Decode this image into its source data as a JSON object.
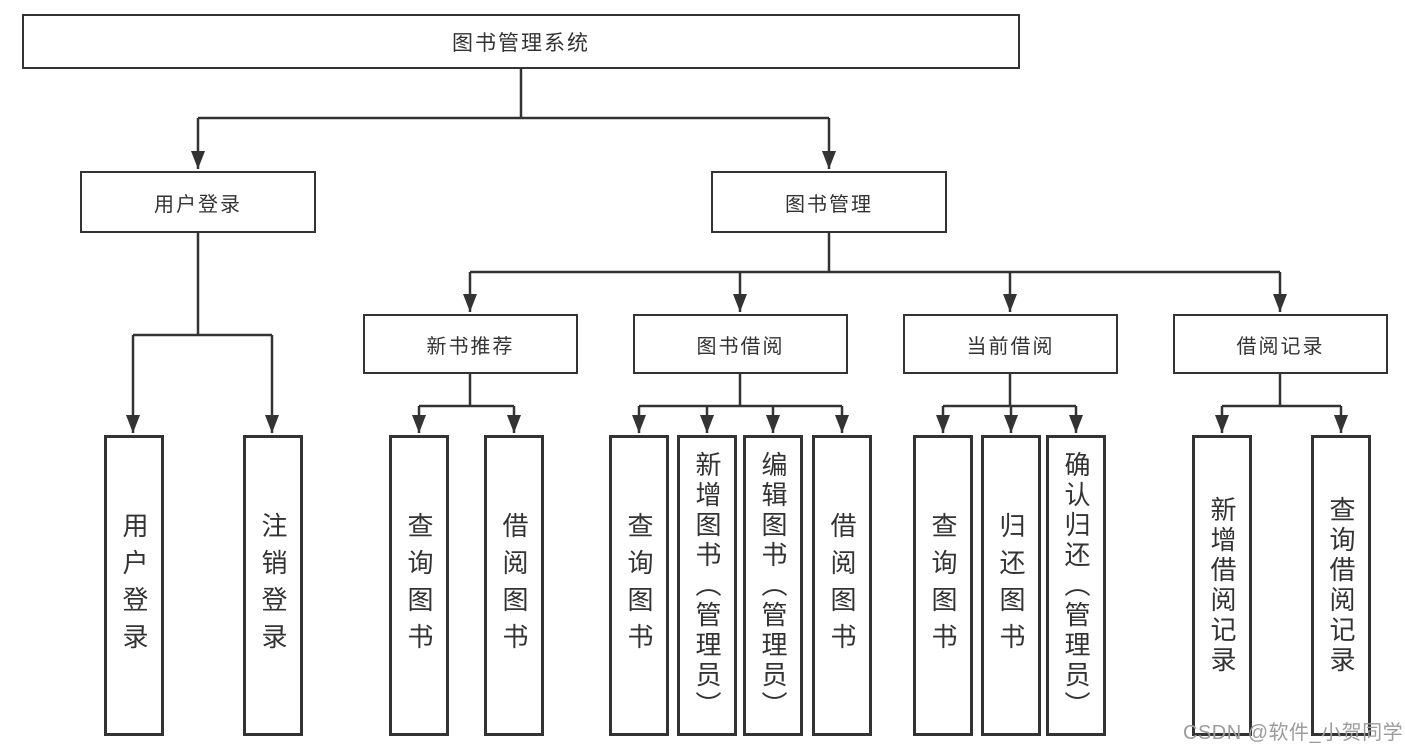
{
  "diagram": {
    "root": {
      "label": "图书管理系统"
    },
    "level2": [
      {
        "label": "用户登录"
      },
      {
        "label": "图书管理"
      }
    ],
    "level3": [
      {
        "label": "新书推荐"
      },
      {
        "label": "图书借阅"
      },
      {
        "label": "当前借阅"
      },
      {
        "label": "借阅记录"
      }
    ],
    "leaves": [
      {
        "label": "用户登录"
      },
      {
        "label": "注销登录"
      },
      {
        "label": "查询图书"
      },
      {
        "label": "借阅图书"
      },
      {
        "label": "查询图书"
      },
      {
        "label": "新增图书（管理员）"
      },
      {
        "label": "编辑图书（管理员）"
      },
      {
        "label": "借阅图书"
      },
      {
        "label": "查询图书"
      },
      {
        "label": "归还图书"
      },
      {
        "label": "确认归还（管理员）"
      },
      {
        "label": "新增借阅记录"
      },
      {
        "label": "查询借阅记录"
      }
    ]
  },
  "watermark": {
    "text": "CSDN @软件_小贺同学"
  },
  "colors": {
    "line": "#333333",
    "box_border": "#333333",
    "text": "#333333",
    "watermark": "#9c9c9c",
    "background": "#ffffff"
  }
}
